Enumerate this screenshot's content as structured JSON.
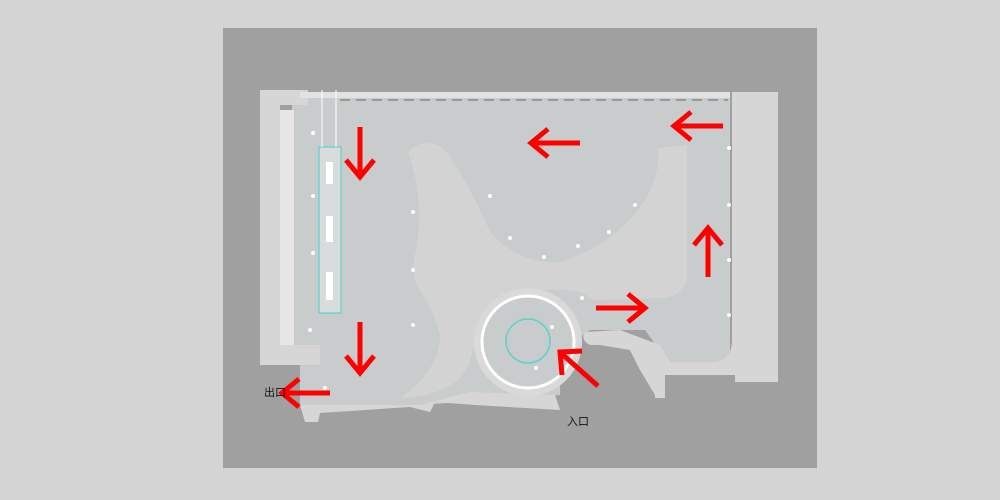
{
  "labels": {
    "exit": "出口",
    "entrance": "入口"
  },
  "colors": {
    "frame": "#d4d4d4",
    "background": "#a0a0a0",
    "walls": "#d0d0d0",
    "floor": "#c6cbcb",
    "arrow": "#ff0000",
    "accent_line": "#5fd0c8",
    "light": "#ffffff"
  },
  "icons": {
    "direction_arrow": "arrow-icon",
    "ceiling_light": "light-dot-icon"
  },
  "flow_arrows": [
    {
      "id": "left-top-center",
      "direction": "left"
    },
    {
      "id": "left-top-right",
      "direction": "left"
    },
    {
      "id": "down-upper-left",
      "direction": "down"
    },
    {
      "id": "down-lower-left",
      "direction": "down"
    },
    {
      "id": "up-right",
      "direction": "up"
    },
    {
      "id": "right-middle",
      "direction": "right"
    },
    {
      "id": "up-left-entrance",
      "direction": "up-left"
    },
    {
      "id": "left-exit",
      "direction": "left"
    }
  ]
}
